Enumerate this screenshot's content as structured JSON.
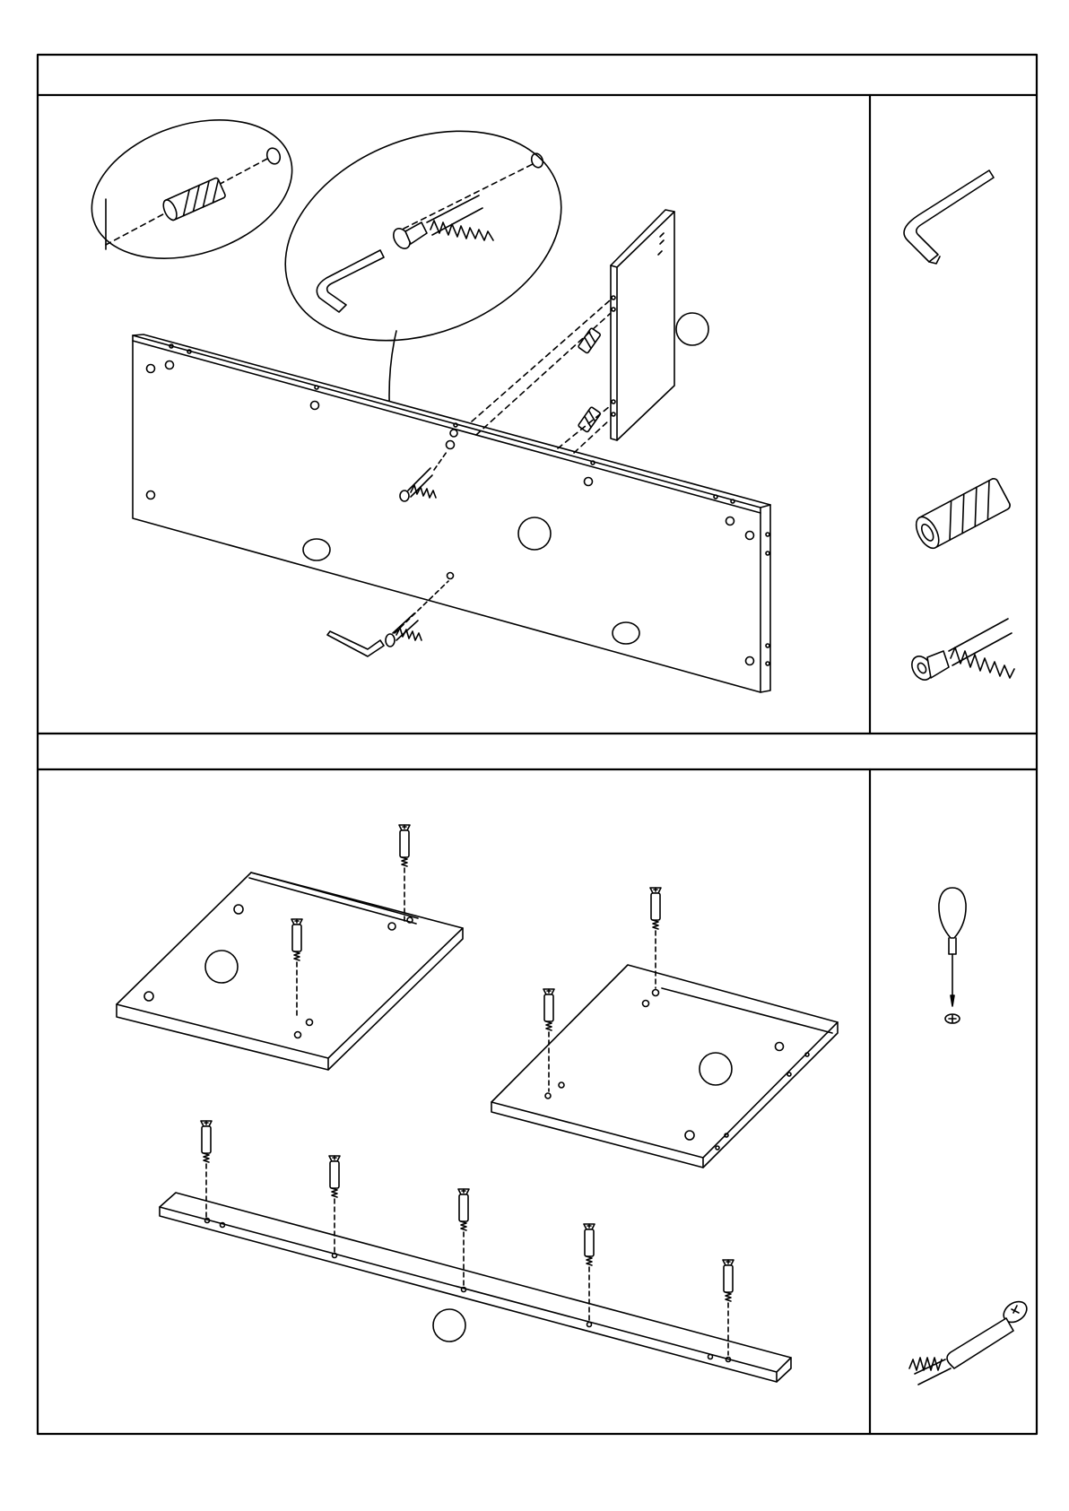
{
  "page": {
    "background": "#ffffff",
    "line_color": "#000000"
  },
  "step_1": {
    "header_label": "",
    "parts": [
      "allen-key",
      "wood-dowel",
      "cam-bolt-connector"
    ],
    "part_labels": {
      "main_panel": "",
      "side_panel": ""
    }
  },
  "step_2": {
    "header_label": "",
    "parts": [
      "phillips-screwdriver",
      "cam-dowel-pin"
    ],
    "part_labels": {
      "left_shelf": "",
      "right_shelf": "",
      "strip": ""
    }
  }
}
